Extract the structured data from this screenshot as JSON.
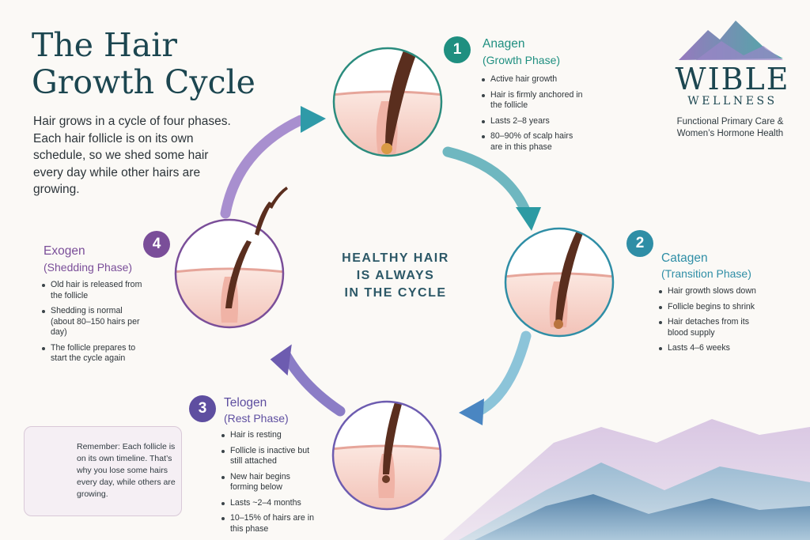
{
  "title": {
    "line1": "The Hair",
    "line2": "Growth Cycle"
  },
  "intro": "Hair grows in a cycle of four phases. Each hair follicle is on its own schedule, so we shed some hair every day while other hairs are growing.",
  "center_text": [
    "HEALTHY HAIR",
    "IS ALWAYS",
    "IN THE CYCLE"
  ],
  "brand": {
    "wordmark": "WIBLE",
    "sub": "WELLNESS",
    "tagline": [
      "Functional Primary Care &",
      "Women’s Hormone Health"
    ]
  },
  "phases": [
    {
      "number": "1",
      "name": "Anagen",
      "subtitle": "(Growth Phase)",
      "color": "#1f8f80",
      "bullets": [
        "Active hair growth",
        "Hair is firmly anchored in the follicle",
        "Lasts 2–8 years",
        "80–90% of scalp hairs are in this phase"
      ]
    },
    {
      "number": "2",
      "name": "Catagen",
      "subtitle": "(Transition Phase)",
      "color": "#2f8ea6",
      "bullets": [
        "Hair growth slows down",
        "Follicle begins to shrink",
        "Hair detaches from its blood supply",
        "Lasts 4–6 weeks"
      ]
    },
    {
      "number": "3",
      "name": "Telogen",
      "subtitle": "(Rest Phase)",
      "color": "#5e4ea0",
      "bullets": [
        "Hair is resting",
        "Follicle is inactive but still attached",
        "New hair begins forming below",
        "Lasts ~2–4 months",
        "10–15% of hairs are in this phase"
      ]
    },
    {
      "number": "4",
      "name": "Exogen",
      "subtitle": "(Shedding Phase)",
      "color": "#7a4e99",
      "bullets": [
        "Old hair is released from the follicle",
        "Shedding is normal (about 80–150 hairs per day)",
        "The follicle prepares to start the cycle again"
      ]
    }
  ],
  "callout": {
    "icon": "lightbulb-icon",
    "text": "Remember: Each follicle is on its own timeline. That’s why you lose some hairs every day, while others are growing."
  },
  "colors": {
    "heading": "#1c4650",
    "skin": "#f7cfc6",
    "hair": "#5a2e1e"
  }
}
